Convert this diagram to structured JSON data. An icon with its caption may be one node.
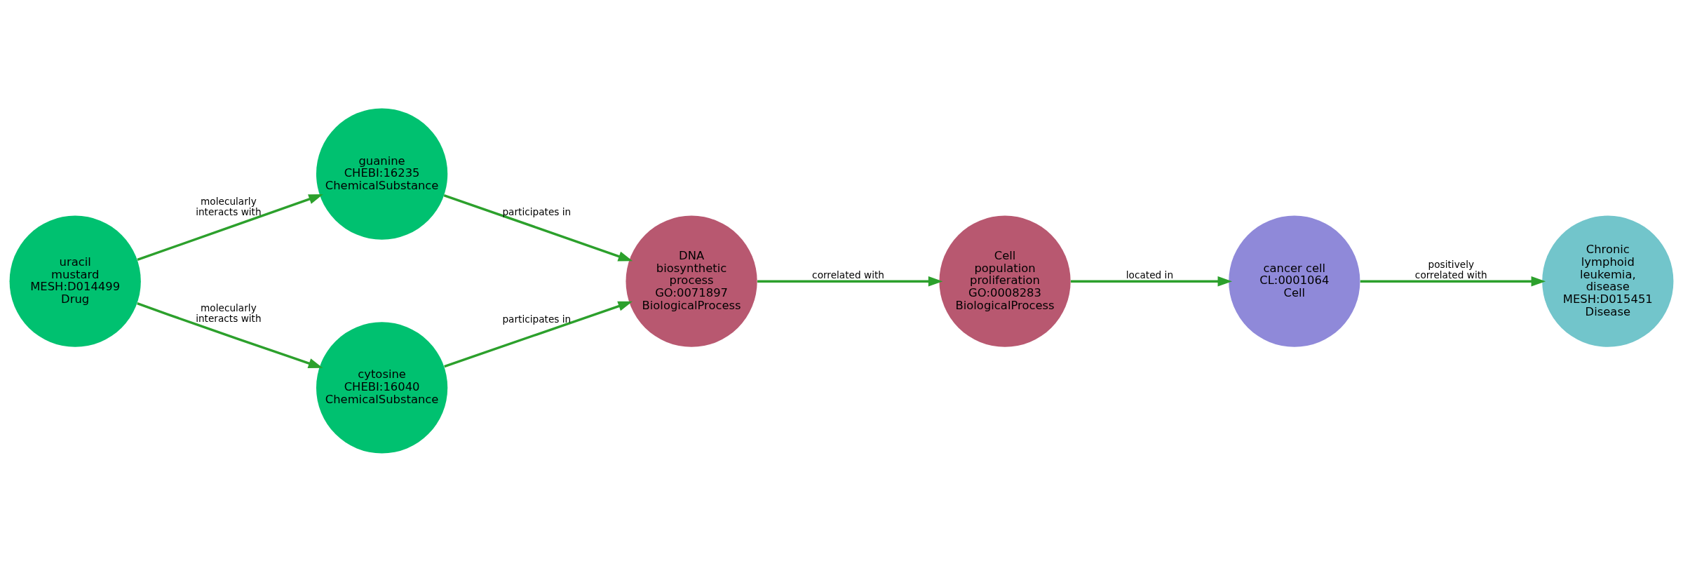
{
  "diagram": {
    "nodes": [
      {
        "text": [
          "uracil mustard",
          "MESH:D014499",
          "Drug"
        ]
      },
      {
        "text": [
          "guanine",
          "CHEBI:16235",
          "ChemicalSubstance"
        ]
      },
      {
        "text": [
          "cytosine",
          "CHEBI:16040",
          "ChemicalSubstance"
        ]
      },
      {
        "text": [
          "DNA biosynthetic process",
          "GO:0071897",
          "BiologicalProcess"
        ]
      },
      {
        "text": [
          "Cell population proliferation",
          "GO:0008283",
          "BiologicalProcess"
        ]
      },
      {
        "text": [
          "cancer cell",
          "CL:0001064",
          "Cell"
        ]
      },
      {
        "text": [
          "Chronic lymphoid leukemia, disease",
          "MESH:D015451",
          "Disease"
        ]
      }
    ],
    "edges": [
      {
        "from": 0,
        "to": 1,
        "arrow": "to",
        "label": "molecularly interacts with"
      },
      {
        "from": 0,
        "to": 2,
        "arrow": "to",
        "label": "molecularly interacts with"
      },
      {
        "from": 1,
        "to": 3,
        "arrow": "to",
        "label": "participates in"
      },
      {
        "from": 2,
        "to": 3,
        "arrow": "to",
        "label": "participates in"
      },
      {
        "from": 3,
        "to": 4,
        "arrow": "to",
        "label": "correlated with"
      },
      {
        "from": 4,
        "to": 5,
        "arrow": "to",
        "label": "located in"
      },
      {
        "from": 5,
        "to": 6,
        "arrow": "to",
        "label": "positively correlated with"
      }
    ]
  }
}
